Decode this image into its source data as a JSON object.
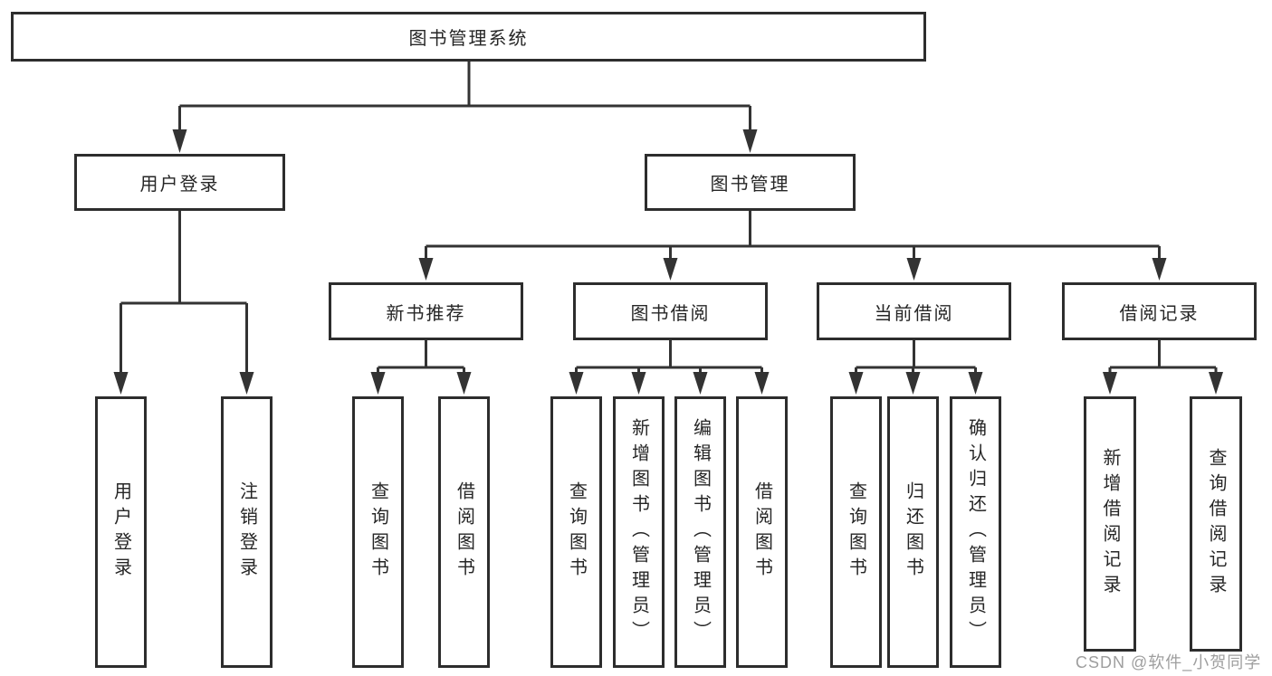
{
  "diagram": {
    "root": {
      "label": "图书管理系统"
    },
    "branches": [
      {
        "label": "用户登录",
        "children": [
          {
            "label": "用户登录"
          },
          {
            "label": "注销登录"
          }
        ]
      },
      {
        "label": "图书管理",
        "children": [
          {
            "label": "新书推荐",
            "children": [
              {
                "label": "查询图书"
              },
              {
                "label": "借阅图书"
              }
            ]
          },
          {
            "label": "图书借阅",
            "children": [
              {
                "label": "查询图书"
              },
              {
                "label": "新增图书（管理员）"
              },
              {
                "label": "编辑图书（管理员）"
              },
              {
                "label": "借阅图书"
              }
            ]
          },
          {
            "label": "当前借阅",
            "children": [
              {
                "label": "查询图书"
              },
              {
                "label": "归还图书"
              },
              {
                "label": "确认归还（管理员）"
              }
            ]
          },
          {
            "label": "借阅记录",
            "children": [
              {
                "label": "新增借阅记录"
              },
              {
                "label": "查询借阅记录"
              }
            ]
          }
        ]
      }
    ]
  },
  "watermark": {
    "text": "CSDN @软件_小贺同学"
  },
  "colors": {
    "line": "#333333",
    "box_border": "#2d2d2d",
    "text": "#262626",
    "watermark": "#9e9e9e",
    "background": "#ffffff"
  }
}
